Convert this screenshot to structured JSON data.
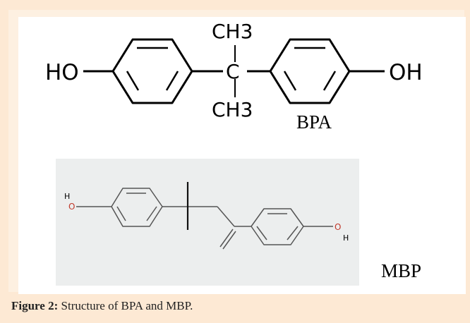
{
  "bpa": {
    "ho": "HO",
    "oh": "OH",
    "ch3_top": "CH3",
    "ch3_bottom": "CH3",
    "carbon": "C",
    "label": "BPA"
  },
  "mbp": {
    "h_left": "H",
    "o_left": "O",
    "o_right": "O",
    "h_right": "H",
    "label": "MBP"
  },
  "caption": {
    "label": "Figure 2:",
    "text": " Structure of BPA and MBP."
  }
}
